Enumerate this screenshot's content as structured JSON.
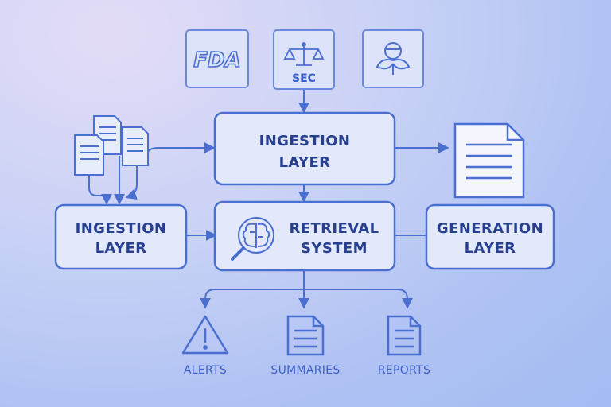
{
  "sources": {
    "fda": {
      "label": "FDA",
      "icon": "fda-logo-icon"
    },
    "sec": {
      "label": "SEC",
      "icon": "scales-icon"
    },
    "epa": {
      "icon": "epa-leaf-globe-icon"
    }
  },
  "boxes": {
    "ingestion_top": {
      "line1": "INGESTION",
      "line2": "LAYER"
    },
    "ingestion_left": {
      "line1": "INGESTION",
      "line2": "LAYER"
    },
    "retrieval": {
      "line1": "RETRIEVAL",
      "line2": "SYSTEM",
      "icon": "brain-magnifier-icon"
    },
    "generation": {
      "line1": "GENERATION",
      "line2": "LAYER"
    }
  },
  "outputs": [
    {
      "label": "ALERTS",
      "icon": "warning-icon"
    },
    {
      "label": "SUMMARIES",
      "icon": "document-icon"
    },
    {
      "label": "REPORTS",
      "icon": "document-icon"
    }
  ],
  "colors": {
    "stroke": "#4a6fd0",
    "box_fill": "#e3e9fb",
    "title": "#263f8f",
    "label": "#3d61c7"
  }
}
